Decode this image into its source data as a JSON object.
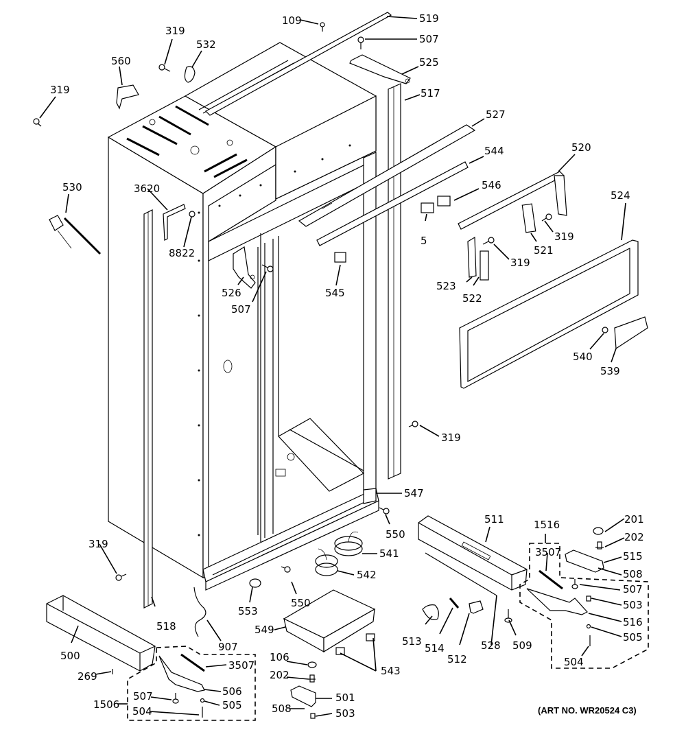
{
  "diagram": {
    "title": "Refrigerator case parts exploded view",
    "art_number": "(ART NO. WR20524 C3)",
    "callouts": [
      {
        "id": "c-109",
        "label": "109"
      },
      {
        "id": "c-519",
        "label": "519"
      },
      {
        "id": "c-507a",
        "label": "507"
      },
      {
        "id": "c-525",
        "label": "525"
      },
      {
        "id": "c-517",
        "label": "517"
      },
      {
        "id": "c-319a",
        "label": "319"
      },
      {
        "id": "c-532",
        "label": "532"
      },
      {
        "id": "c-560",
        "label": "560"
      },
      {
        "id": "c-319b",
        "label": "319"
      },
      {
        "id": "c-527",
        "label": "527"
      },
      {
        "id": "c-520",
        "label": "520"
      },
      {
        "id": "c-544",
        "label": "544"
      },
      {
        "id": "c-546",
        "label": "546"
      },
      {
        "id": "c-530",
        "label": "530"
      },
      {
        "id": "c-3620",
        "label": "3620"
      },
      {
        "id": "c-8822",
        "label": "8822"
      },
      {
        "id": "c-5",
        "label": "5"
      },
      {
        "id": "c-319c",
        "label": "319"
      },
      {
        "id": "c-521",
        "label": "521"
      },
      {
        "id": "c-524",
        "label": "524"
      },
      {
        "id": "c-319d",
        "label": "319"
      },
      {
        "id": "c-526",
        "label": "526"
      },
      {
        "id": "c-507b",
        "label": "507"
      },
      {
        "id": "c-545",
        "label": "545"
      },
      {
        "id": "c-523",
        "label": "523"
      },
      {
        "id": "c-522",
        "label": "522"
      },
      {
        "id": "c-540",
        "label": "540"
      },
      {
        "id": "c-539",
        "label": "539"
      },
      {
        "id": "c-319e",
        "label": "319"
      },
      {
        "id": "c-547",
        "label": "547"
      },
      {
        "id": "c-550a",
        "label": "550"
      },
      {
        "id": "c-511",
        "label": "511"
      },
      {
        "id": "c-1516",
        "label": "1516"
      },
      {
        "id": "c-201",
        "label": "201"
      },
      {
        "id": "c-202a",
        "label": "202"
      },
      {
        "id": "c-3507a",
        "label": "3507"
      },
      {
        "id": "c-515",
        "label": "515"
      },
      {
        "id": "c-508a",
        "label": "508"
      },
      {
        "id": "c-507c",
        "label": "507"
      },
      {
        "id": "c-503a",
        "label": "503"
      },
      {
        "id": "c-516",
        "label": "516"
      },
      {
        "id": "c-505a",
        "label": "505"
      },
      {
        "id": "c-504a",
        "label": "504"
      },
      {
        "id": "c-319f",
        "label": "319"
      },
      {
        "id": "c-541",
        "label": "541"
      },
      {
        "id": "c-542",
        "label": "542"
      },
      {
        "id": "c-553",
        "label": "553"
      },
      {
        "id": "c-550b",
        "label": "550"
      },
      {
        "id": "c-518",
        "label": "518"
      },
      {
        "id": "c-907",
        "label": "907"
      },
      {
        "id": "c-549",
        "label": "549"
      },
      {
        "id": "c-513",
        "label": "513"
      },
      {
        "id": "c-514",
        "label": "514"
      },
      {
        "id": "c-512",
        "label": "512"
      },
      {
        "id": "c-528",
        "label": "528"
      },
      {
        "id": "c-509",
        "label": "509"
      },
      {
        "id": "c-500",
        "label": "500"
      },
      {
        "id": "c-269",
        "label": "269"
      },
      {
        "id": "c-3507b",
        "label": "3507"
      },
      {
        "id": "c-506",
        "label": "506"
      },
      {
        "id": "c-1506",
        "label": "1506"
      },
      {
        "id": "c-507d",
        "label": "507"
      },
      {
        "id": "c-505b",
        "label": "505"
      },
      {
        "id": "c-504b",
        "label": "504"
      },
      {
        "id": "c-106",
        "label": "106"
      },
      {
        "id": "c-202b",
        "label": "202"
      },
      {
        "id": "c-543",
        "label": "543"
      },
      {
        "id": "c-501",
        "label": "501"
      },
      {
        "id": "c-508b",
        "label": "508"
      },
      {
        "id": "c-503b",
        "label": "503"
      }
    ]
  }
}
